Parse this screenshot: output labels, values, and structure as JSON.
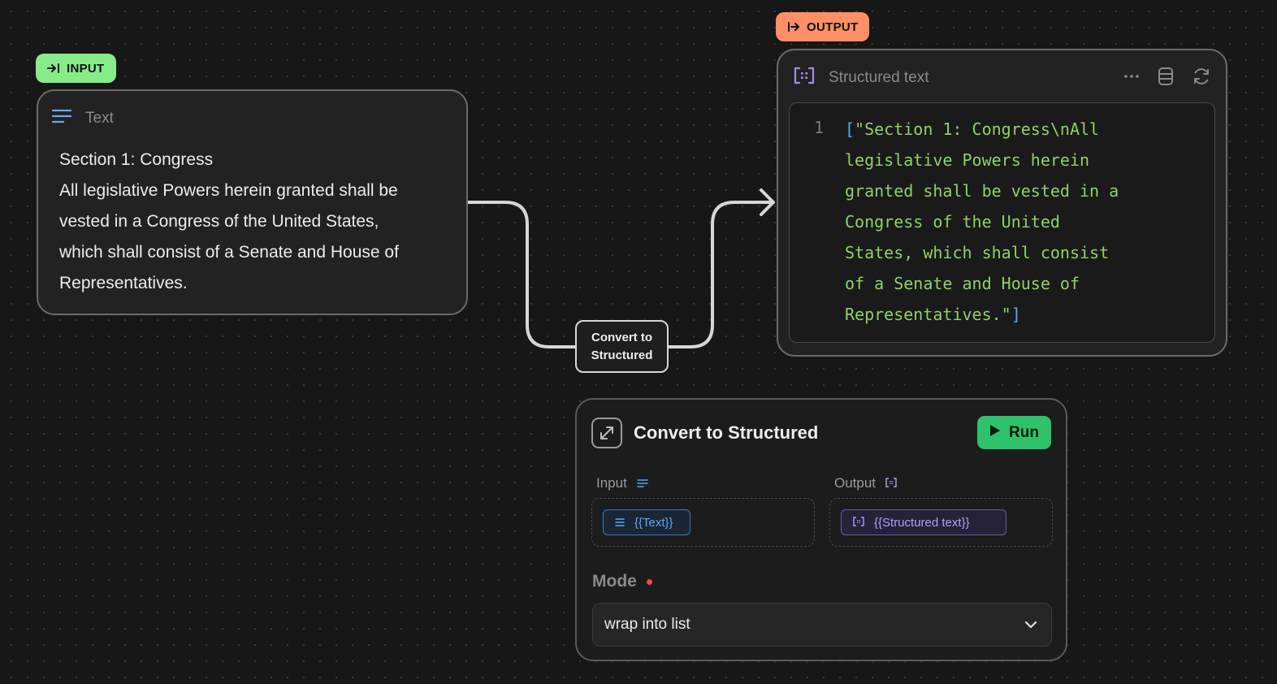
{
  "input_badge": {
    "label": "INPUT"
  },
  "output_badge": {
    "label": "OUTPUT"
  },
  "input_node": {
    "title": "Text",
    "lines": [
      "Section 1: Congress",
      "All legislative Powers herein granted shall be",
      "vested in a Congress of the United States,",
      "which shall consist of a Senate and House of",
      "Representatives."
    ]
  },
  "output_node": {
    "title": "Structured text",
    "line_number": "1",
    "open_bracket": "[",
    "close_bracket": "]",
    "code_lines": [
      "\"Section 1: Congress\\nAll",
      "legislative Powers herein",
      "granted shall be vested in a",
      "Congress of the United",
      "States, which shall consist",
      "of a Senate and House of",
      "Representatives.\""
    ]
  },
  "edge": {
    "label_line1": "Convert to",
    "label_line2": "Structured"
  },
  "panel": {
    "title": "Convert to Structured",
    "run_label": "Run",
    "input_label": "Input",
    "output_label": "Output",
    "input_chip": "{{Text}}",
    "output_chip": "{{Structured text}}",
    "mode_label": "Mode",
    "mode_value": "wrap into list"
  },
  "colors": {
    "input_badge": "#86ec8a",
    "output_badge": "#ff8f66",
    "run_button": "#2ec26a",
    "code_text": "#8fd16a",
    "bracket": "#5aa7ff",
    "required_dot": "#f04a4a"
  },
  "icons": {
    "input_badge": "arrow-into-bar-icon",
    "output_badge": "arrow-out-of-bar-icon",
    "text_node": "lines-icon",
    "structured_node": "brackets-icon",
    "more": "ellipsis-icon",
    "storage": "database-icon",
    "refresh": "refresh-icon",
    "panel": "expand-arrows-icon",
    "run": "play-icon",
    "select": "chevron-down-icon"
  }
}
